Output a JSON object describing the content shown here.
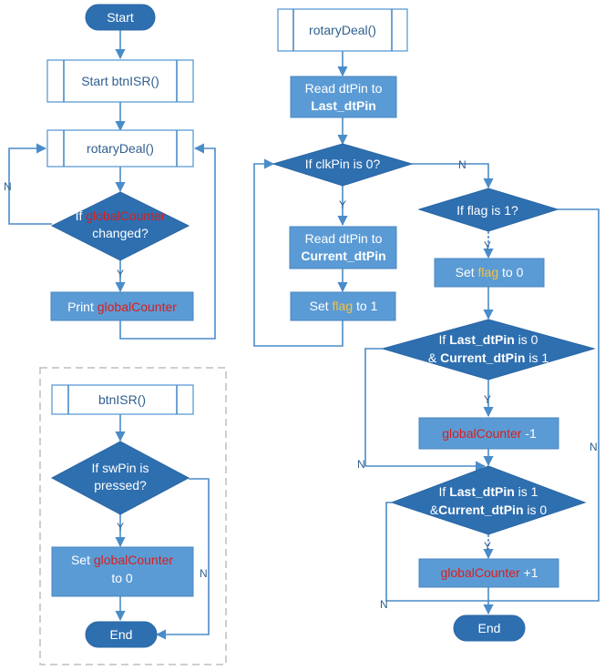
{
  "left_main": {
    "start": "Start",
    "call_btnisr": "Start btnISR()",
    "call_rotary": "rotaryDeal()",
    "decision_prefix": "If",
    "decision_var": "globalCounter",
    "decision_suffix": "changed?",
    "print_prefix": "Print",
    "print_var": "globalCounter",
    "label_y": "Y",
    "label_n": "N"
  },
  "btnisr": {
    "title": "btnISR()",
    "decision_line1": "If swPin is",
    "decision_line2": "pressed?",
    "set_prefix": "Set",
    "set_var": "globalCounter",
    "set_suffix": "to 0",
    "end": "End",
    "label_y": "Y",
    "label_n": "N"
  },
  "rotary": {
    "title": "rotaryDeal()",
    "read_last_line1": "Read dtPin to",
    "read_last_line2": "Last_dtPin",
    "clk_decision": "If clkPin is 0?",
    "read_current_line1": "Read dtPin to",
    "read_current_line2": "Current_dtPin",
    "set1_prefix": "Set",
    "set1_var": "flag",
    "set1_suffix": "to 1",
    "flag_decision": "If flag is 1?",
    "set0_prefix": "Set",
    "set0_var": "flag",
    "set0_suffix": "to 0",
    "dec1_if": "If",
    "dec1_var1": "Last_dtPin",
    "dec1_tail1": "is 0",
    "dec1_amp": "&",
    "dec1_var2": "Current_dtPin",
    "dec1_tail2": "is 1",
    "minus_var": "globalCounter",
    "minus_op": "-1",
    "dec2_if": "If",
    "dec2_var1": "Last_dtPin",
    "dec2_tail1": "is 1",
    "dec2_amp": "&",
    "dec2_var2": "Current_dtPin",
    "dec2_tail2": "is 0",
    "plus_var": "globalCounter",
    "plus_op": "+1",
    "end": "End",
    "label_y": "Y",
    "label_n": "N"
  },
  "colors": {
    "process_fill": "#5b9bd5",
    "decision_fill": "#2e6fb0",
    "connector": "#4a8cc8",
    "variable_red": "#d81e1e",
    "variable_yellow": "#f5c242"
  }
}
